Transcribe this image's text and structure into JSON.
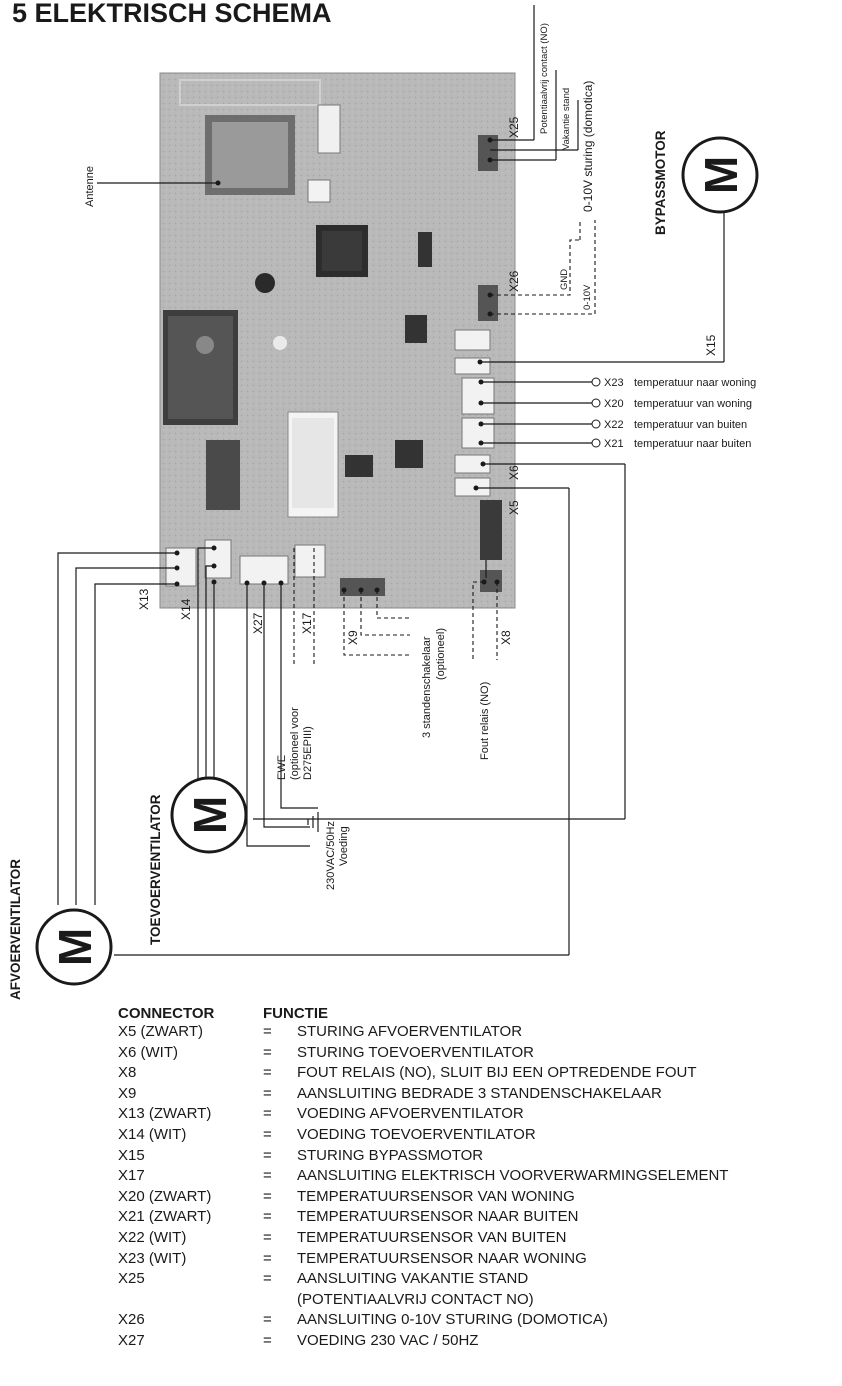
{
  "page": {
    "title": "5  ELEKTRISCH SCHEMA"
  },
  "board": {
    "antenna": "Antenne",
    "x25": "X25",
    "x25_no": "Potentiaalvrij contact (NO)",
    "x25_vakantie": "Vakantie stand",
    "x26": "X26",
    "sturing": "0-10V sturing (domotica)",
    "gnd": "GND",
    "v010": "0-10V",
    "x15": "X15",
    "x6": "X6",
    "x5": "X5",
    "x13": "X13",
    "x14": "X14",
    "x27": "X27",
    "x17": "X17",
    "x9": "X9",
    "x8": "X8",
    "sensors": [
      {
        "id": "X23",
        "text": "temperatuur naar woning"
      },
      {
        "id": "X20",
        "text": "temperatuur van woning"
      },
      {
        "id": "X22",
        "text": "temperatuur van buiten"
      },
      {
        "id": "X21",
        "text": "temperatuur naar buiten"
      }
    ],
    "ewe": [
      "EWE",
      "(optioneel voor",
      "D275EPIII)"
    ],
    "voeding": [
      "230VAC/50Hz",
      "Voeding"
    ],
    "standen": [
      "3 standenschakelaar",
      "(optioneel)"
    ],
    "fout": "Fout relais (NO)"
  },
  "motors": {
    "symbol": "M",
    "bypass": "BYPASSMOTOR",
    "toevoer": "TOEVOERVENTILATOR",
    "afvoer": "AFVOERVENTILATOR"
  },
  "table": {
    "header_connector": "CONNECTOR",
    "header_functie": "FUNCTIE",
    "eq": "=",
    "rows": [
      {
        "connector": "X5 (ZWART)",
        "functie": "STURING AFVOERVENTILATOR"
      },
      {
        "connector": "X6 (WIT)",
        "functie": "STURING TOEVOERVENTILATOR"
      },
      {
        "connector": "X8",
        "functie": "FOUT RELAIS (NO), SLUIT BIJ EEN OPTREDENDE FOUT"
      },
      {
        "connector": "X9",
        "functie": "AANSLUITING BEDRADE 3 STANDENSCHAKELAAR"
      },
      {
        "connector": "X13 (ZWART)",
        "functie": "VOEDING AFVOERVENTILATOR"
      },
      {
        "connector": "X14 (WIT)",
        "functie": "VOEDING TOEVOERVENTILATOR"
      },
      {
        "connector": "X15",
        "functie": "STURING BYPASSMOTOR"
      },
      {
        "connector": "X17",
        "functie": "AANSLUITING ELEKTRISCH VOORVERWARMINGSELEMENT"
      },
      {
        "connector": "X20 (ZWART)",
        "functie": "TEMPERATUURSENSOR VAN WONING"
      },
      {
        "connector": "X21 (ZWART)",
        "functie": "TEMPERATUURSENSOR NAAR BUITEN"
      },
      {
        "connector": "X22 (WIT)",
        "functie": "TEMPERATUURSENSOR VAN BUITEN"
      },
      {
        "connector": "X23 (WIT)",
        "functie": "TEMPERATUURSENSOR NAAR WONING"
      },
      {
        "connector": "X25",
        "functie": "AANSLUITING VAKANTIE STAND"
      },
      {
        "connector": "",
        "functie": "(POTENTIAALVRIJ CONTACT NO)"
      },
      {
        "connector": "X26",
        "functie": "AANSLUITING 0-10V STURING (DOMOTICA)"
      },
      {
        "connector": "X27",
        "functie": "VOEDING 230 VAC / 50HZ"
      }
    ]
  }
}
